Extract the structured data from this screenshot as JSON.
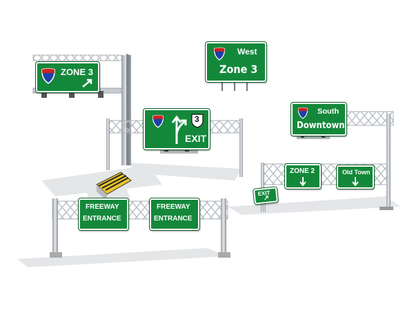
{
  "colors": {
    "sign_green": "#14883a",
    "sign_border": "#ffffff",
    "steel": "#c8ccd0",
    "shadow": "#d6d9dc"
  },
  "signs": {
    "zone3_left": {
      "text": "ZONE 3",
      "icons": [
        "interstate-shield-icon",
        "arrow-up-right-icon"
      ]
    },
    "west": {
      "line1": "West",
      "line2": "Zone 3",
      "icons": [
        "interstate-shield-icon"
      ]
    },
    "exit_main": {
      "route": "3",
      "text": "EXIT",
      "icons": [
        "interstate-shield-icon",
        "us-route-shield-icon",
        "split-arrow-icon"
      ]
    },
    "south": {
      "line1": "South",
      "line2": "Downtown",
      "icons": [
        "interstate-shield-icon"
      ]
    },
    "zone2": {
      "text": "ZONE 2",
      "icons": [
        "arrow-down-icon"
      ]
    },
    "old_town": {
      "text": "Old Town",
      "icons": [
        "arrow-down-icon"
      ]
    },
    "exit_small": {
      "text": "EXIT",
      "icons": [
        "arrow-up-right-icon"
      ]
    },
    "freeway_left": {
      "line1": "FREEWAY",
      "line2": "ENTRANCE"
    },
    "freeway_right": {
      "line1": "FREEWAY",
      "line2": "ENTRANCE"
    }
  }
}
